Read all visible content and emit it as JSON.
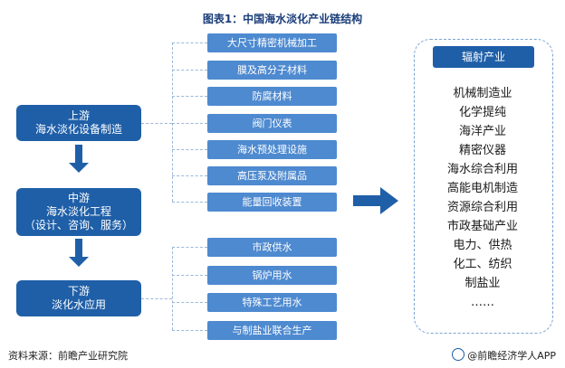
{
  "title": "图表1：中国海水淡化产业链结构",
  "stages": [
    {
      "lines": [
        "上游",
        "海水淡化设备制造"
      ]
    },
    {
      "lines": [
        "中游",
        "海水淡化工程",
        "（设计、咨询、服务）"
      ]
    },
    {
      "lines": [
        "下游",
        "淡化水应用"
      ]
    }
  ],
  "upstream_items": [
    "大尺寸精密机械加工",
    "膜及高分子材料",
    "防腐材料",
    "阀门仪表",
    "海水预处理设施",
    "高压泵及附属品",
    "能量回收装置"
  ],
  "downstream_items": [
    "市政供水",
    "锅炉用水",
    "特殊工艺用水",
    "与制盐业联合生产"
  ],
  "radiation": {
    "header": "辐射产业",
    "items": [
      "机械制造业",
      "化学提纯",
      "海洋产业",
      "精密仪器",
      "海水综合利用",
      "高能电机制造",
      "资源综合利用",
      "市政基础产业",
      "电力、供热",
      "化工、纺织",
      "制盐业",
      "……"
    ]
  },
  "footer": {
    "source": "资料来源：前瞻产业研究院",
    "brand": "@前瞻经济学人APP"
  }
}
